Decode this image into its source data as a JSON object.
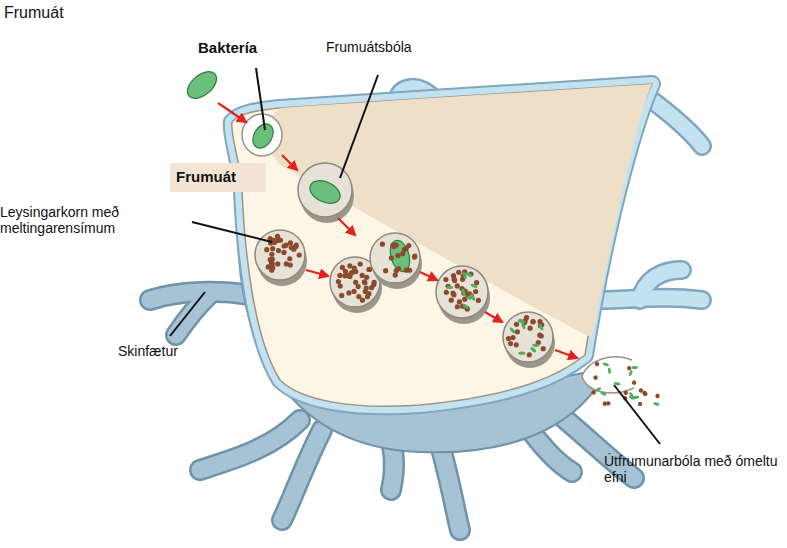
{
  "diagram": {
    "title": "Frumuát",
    "nodes": [
      {
        "text": [
          "Frumuát"
        ]
      }
    ],
    "labels": [
      "Baktería",
      "Frumuátsbóla",
      "Leysingarkorn með meltingarensímum",
      "Skinfætur",
      "Útfrumunarbóla með ómeltu efni"
    ]
  }
}
